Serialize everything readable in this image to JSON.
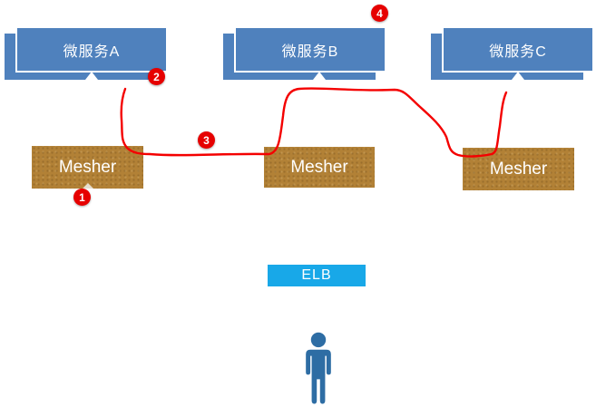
{
  "diagram": {
    "microservices": [
      {
        "label": "微服务A"
      },
      {
        "label": "微服务B"
      },
      {
        "label": "微服务C"
      }
    ],
    "meshers": [
      {
        "label": "Mesher"
      },
      {
        "label": "Mesher"
      },
      {
        "label": "Mesher"
      }
    ],
    "elb": {
      "label": "ELB"
    },
    "badges": [
      {
        "number": "1"
      },
      {
        "number": "2"
      },
      {
        "number": "3"
      },
      {
        "number": "4"
      }
    ],
    "icons": {
      "person": "user-person-icon",
      "flow_line": "request-flow-line"
    },
    "colors": {
      "microservice_blue": "#4F81BD",
      "mesher_brown": "#B28136",
      "elb_cyan": "#18A8E8",
      "badge_red": "#E60000",
      "flow_line_red": "#F40000",
      "person_blue": "#2E6DA4",
      "text_white": "#FFFFFF"
    }
  }
}
